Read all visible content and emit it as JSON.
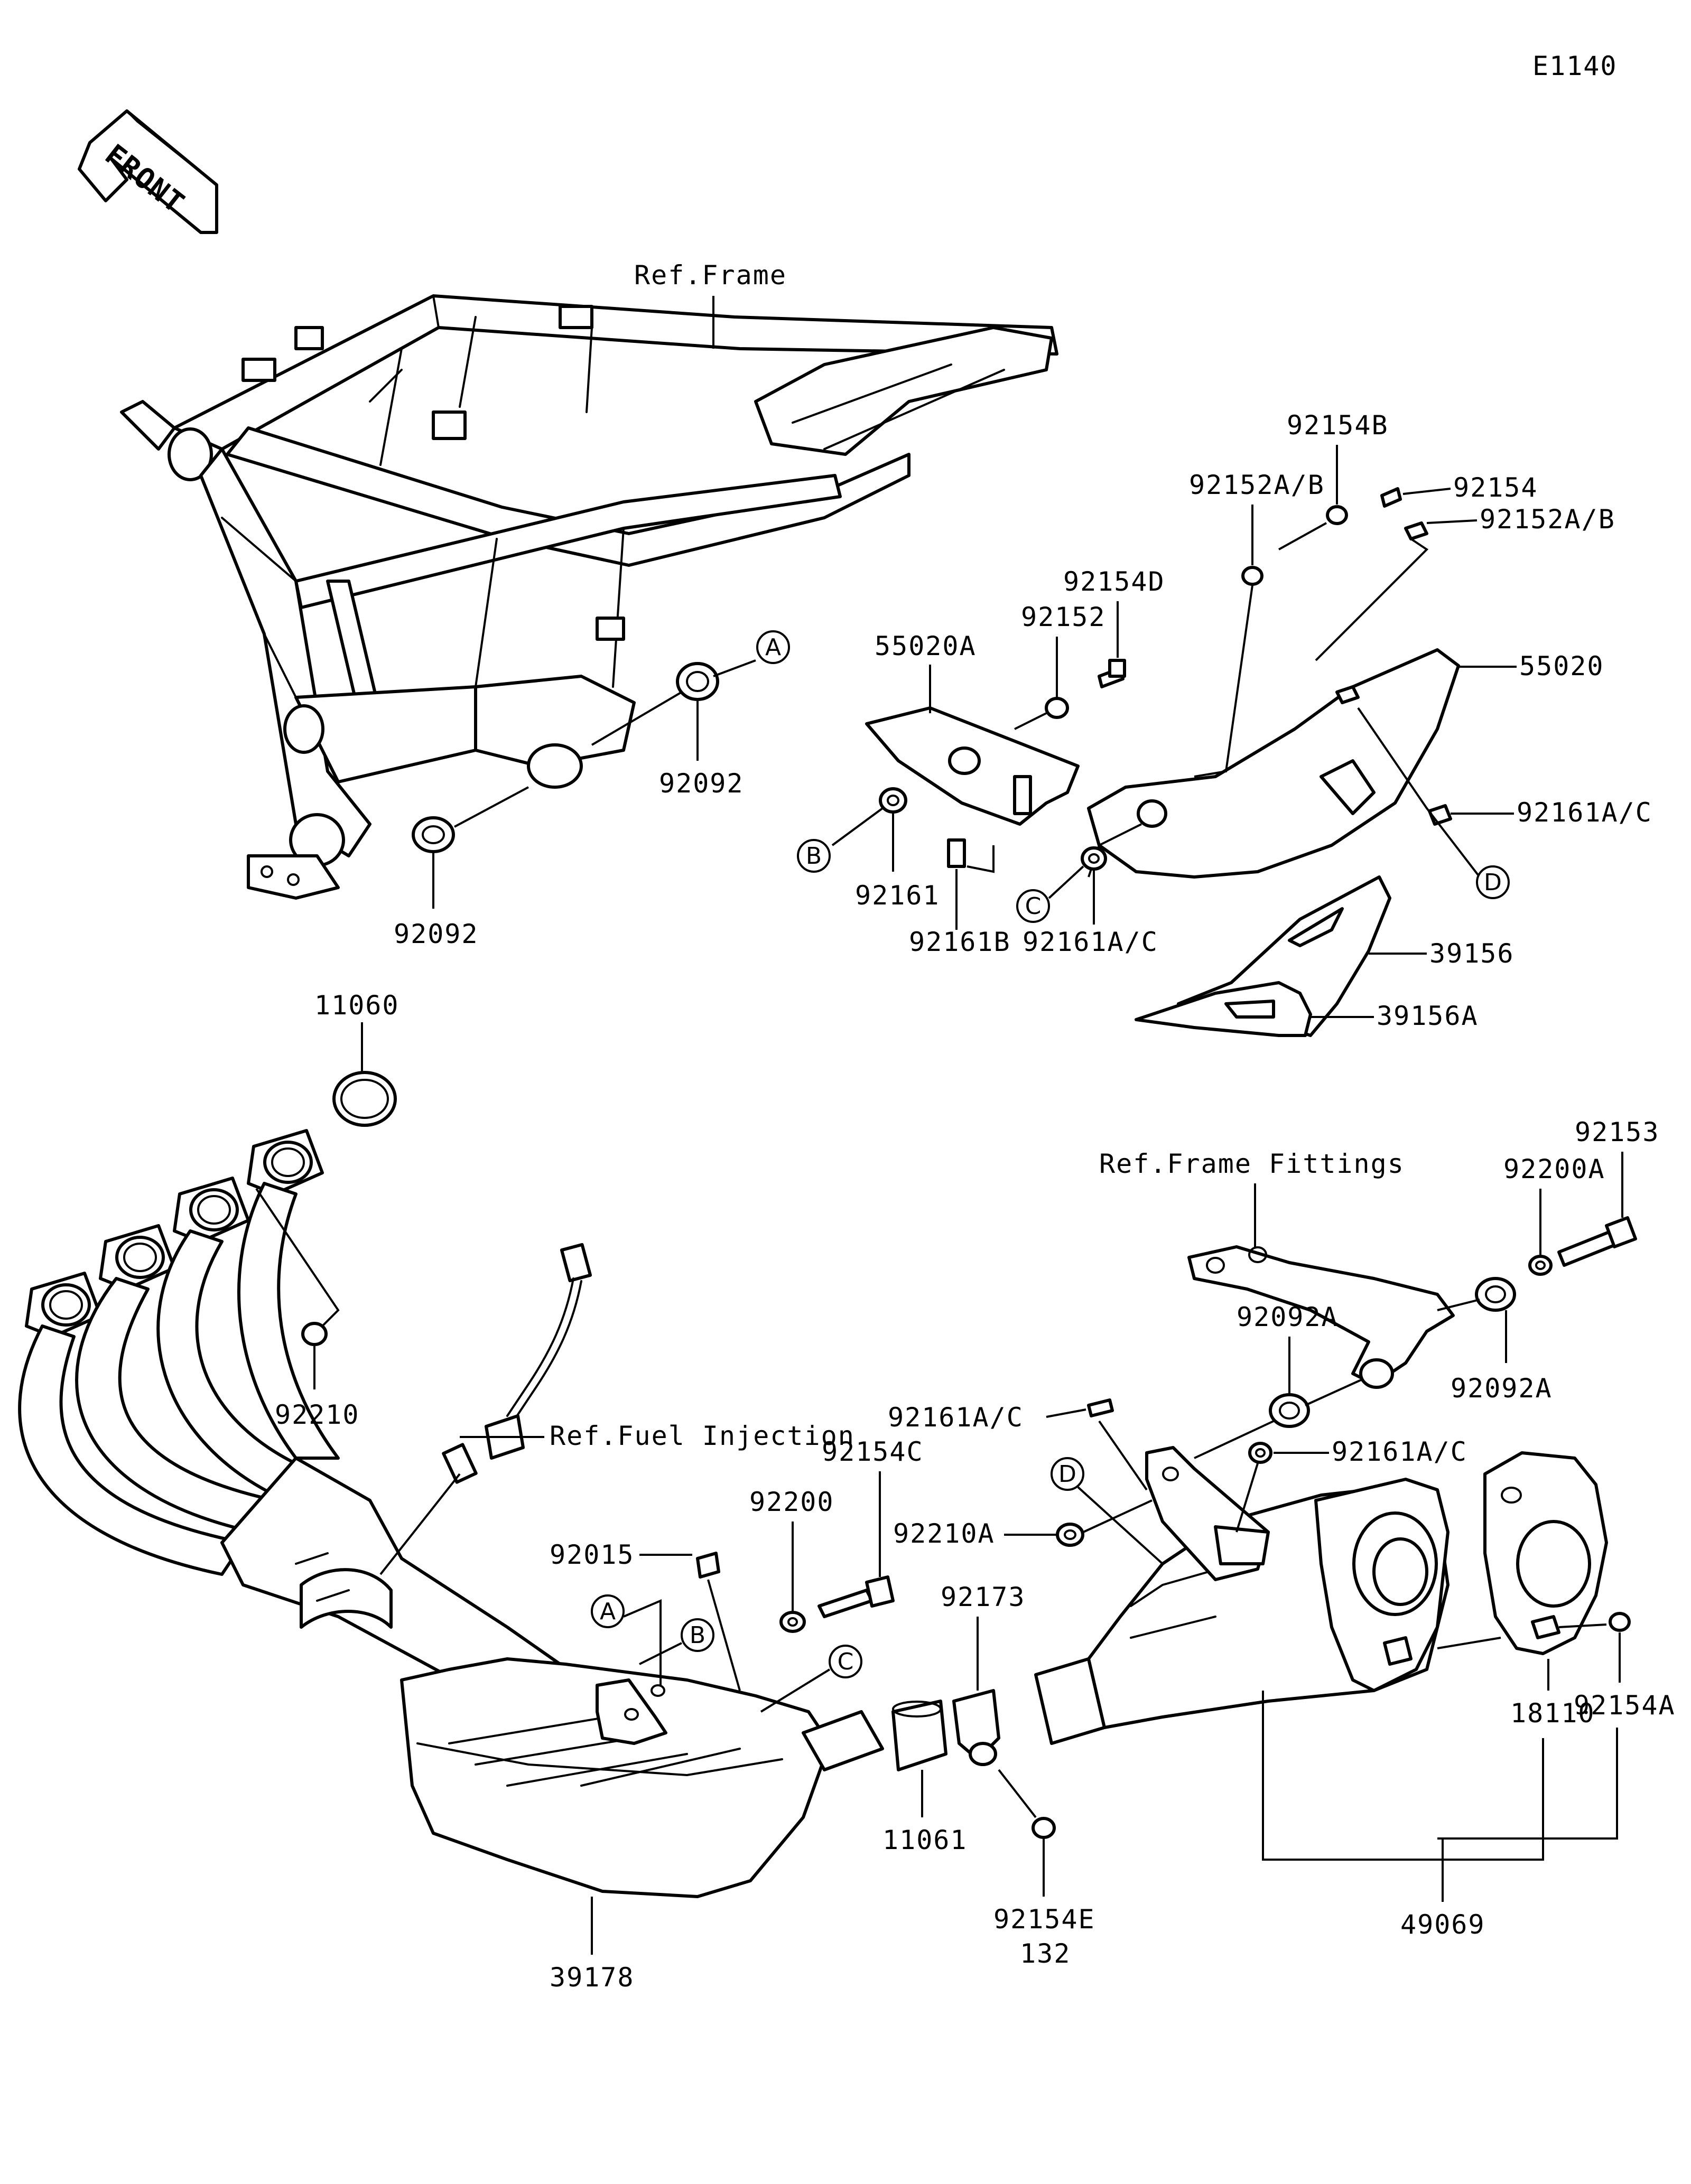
{
  "diagram_code": "E1140",
  "front_label": "FRONT",
  "references": {
    "frame": "Ref.Frame",
    "frame_fittings": "Ref.Frame Fittings",
    "fuel_injection": "Ref.Fuel Injection"
  },
  "callouts": [
    "A",
    "B",
    "C",
    "D"
  ],
  "parts": {
    "p11060": "11060",
    "p11061": "11061",
    "p18110": "18110",
    "p39156": "39156",
    "p39156A": "39156A",
    "p39178": "39178",
    "p49069": "49069",
    "p55020": "55020",
    "p55020A": "55020A",
    "p92015": "92015",
    "p92092_top": "92092",
    "p92092_bottom": "92092",
    "p92092A_left": "92092A",
    "p92092A_right": "92092A",
    "p92152": "92152",
    "p92152AB_left": "92152A/B",
    "p92152AB_right": "92152A/B",
    "p92153": "92153",
    "p92154": "92154",
    "p92154A": "92154A",
    "p92154B": "92154B",
    "p92154C": "92154C",
    "p92154D": "92154D",
    "p92154E": "92154E",
    "p92154E_qty": "132",
    "p92161": "92161",
    "p92161AC_shield_right": "92161A/C",
    "p92161AC_shield_left": "92161A/C",
    "p92161AC_bracket_top": "92161A/C",
    "p92161AC_bracket_right": "92161A/C",
    "p92161B": "92161B",
    "p92173": "92173",
    "p92200": "92200",
    "p92200A": "92200A",
    "p92210": "92210",
    "p92210A": "92210A"
  }
}
